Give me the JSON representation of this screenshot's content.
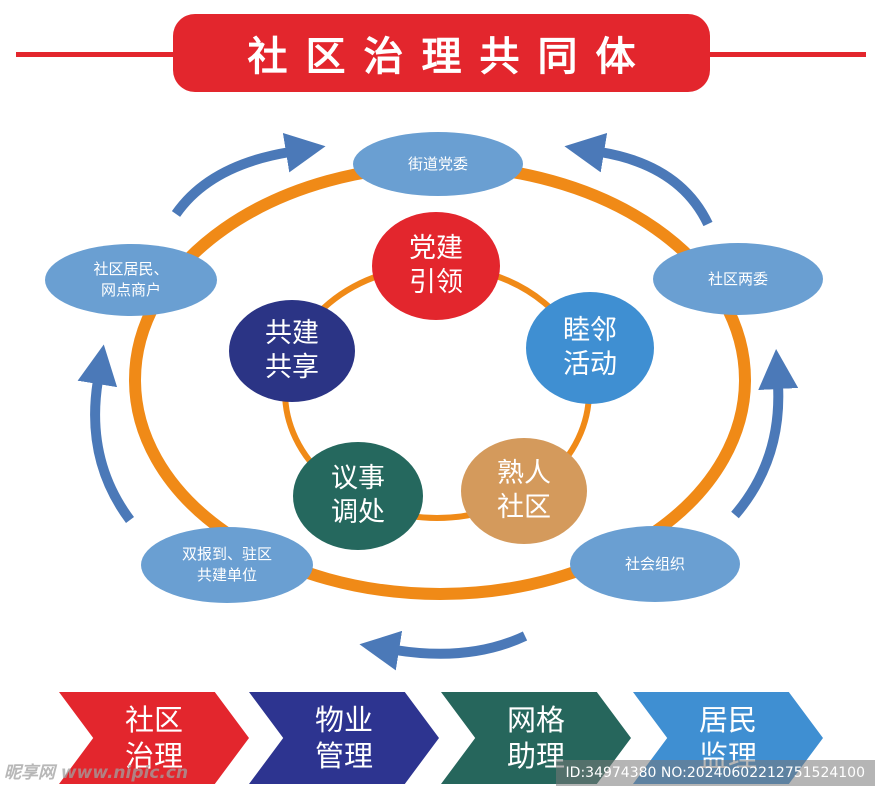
{
  "title": "社区治理共同体",
  "inner_nodes": [
    {
      "label": "党建\n引领",
      "color": "#e3262d"
    },
    {
      "label": "睦邻\n活动",
      "color": "#3f8fd2"
    },
    {
      "label": "熟人\n社区",
      "color": "#d49a5c"
    },
    {
      "label": "议事\n调处",
      "color": "#25685e"
    },
    {
      "label": "共建\n共享",
      "color": "#2b3485"
    }
  ],
  "outer_nodes": [
    {
      "label": "街道党委"
    },
    {
      "label": "社区两委"
    },
    {
      "label": "社会组织"
    },
    {
      "label": "双报到、驻区\n共建单位"
    },
    {
      "label": "社区居民、\n网点商户"
    }
  ],
  "steps": [
    {
      "label": "社区\n治理",
      "color": "#e3262d"
    },
    {
      "label": "物业\n管理",
      "color": "#2d3490"
    },
    {
      "label": "网格\n助理",
      "color": "#26665c"
    },
    {
      "label": "居民\n监理",
      "color": "#3f8fd2"
    }
  ],
  "colors": {
    "ring": "#f08a17",
    "outer_node": "#6a9fd2",
    "arrow": "#4b79b8"
  },
  "watermark": {
    "site": "昵享网 www.nipic.cn",
    "id": "ID:34974380 NO:20240602212751524100"
  }
}
